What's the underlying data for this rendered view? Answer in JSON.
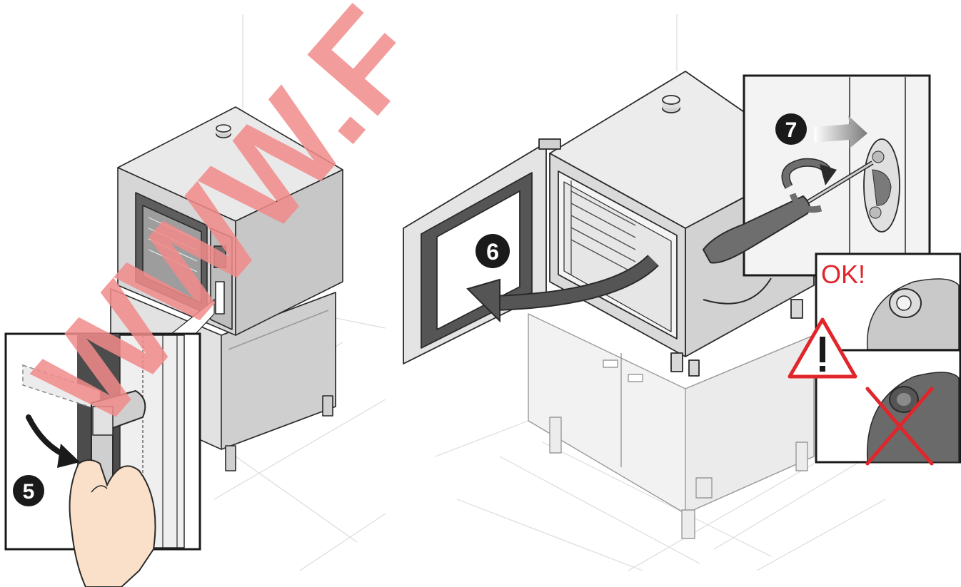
{
  "steps": {
    "step5": "5",
    "step6": "6",
    "step7": "7"
  },
  "callouts": {
    "ok_text": "OK!"
  },
  "watermark": {
    "text": "WWW.F",
    "color": "#f28b8b"
  },
  "icons": {
    "warning": "warning-triangle-icon",
    "reject": "red-x-icon",
    "rotate": "curved-arrow-icon",
    "screwdriver": "screwdriver-icon"
  },
  "colors": {
    "line": "#2a2a2a",
    "steel": "#d7d7d7",
    "steel_dark": "#a9a9a9",
    "door_dark": "#5a5a5a",
    "accent_red": "#e0262b",
    "badge": "#1a1a1a"
  }
}
